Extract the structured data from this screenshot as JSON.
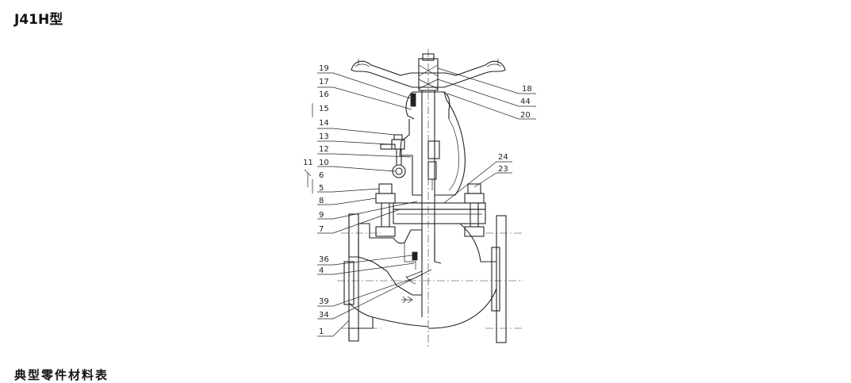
{
  "title": "J41H型",
  "bottom_heading": "典型零件材料表",
  "part_labels_left": [
    "19",
    "17",
    "16",
    "15",
    "14",
    "13",
    "12",
    "11",
    "10",
    "6",
    "5",
    "8",
    "9",
    "7",
    "36",
    "4",
    "39",
    "34",
    "1"
  ],
  "part_labels_right": [
    "18",
    "44",
    "20",
    "24",
    "23"
  ]
}
